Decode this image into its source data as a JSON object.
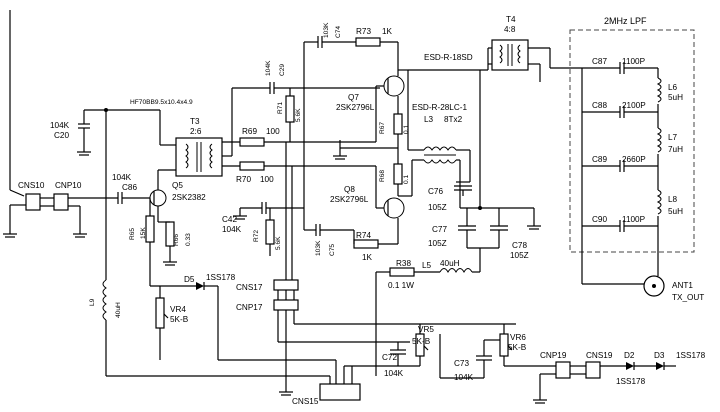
{
  "lpf": {
    "title": "2MHz LPF"
  },
  "parts": {
    "cns10": "CNS10",
    "cnp10": "CNP10",
    "c86_val": "104K",
    "c86": "C86",
    "q5": "Q5",
    "q5_type": "2SK2382",
    "t3": "T3",
    "t3_ratio": "2:6",
    "t3_core": "HF70BB9.5x10.4x4.9",
    "c20_val": "104K",
    "c20": "C20",
    "r65": "R65",
    "r65_val": "15K",
    "r66": "R66",
    "r66_val": "0.33",
    "l9": "L9",
    "l9_val": "40uH",
    "c29_val": "104K",
    "c29": "C29",
    "c74_val": "103K",
    "c74": "C74",
    "r73": "R73",
    "r73_val": "1K",
    "r71": "R71",
    "r71_val": "5.6K",
    "q7": "Q7",
    "q7_type": "2SK2796L",
    "r69": "R69",
    "r69_val": "100",
    "r70": "R70",
    "r70_val": "100",
    "r67": "R67",
    "r67_val": "0.1",
    "r68": "R68",
    "r68_val": "0.1",
    "q8": "Q8",
    "q8_type": "2SK2796L",
    "c42": "C42",
    "c42_val": "104K",
    "r72": "R72",
    "r72_val": "5.6K",
    "c75_val": "103K",
    "c75": "C75",
    "r74": "R74",
    "r74_val": "1K",
    "t4": "T4",
    "t4_ratio": "4:8",
    "t4_core": "ESD-R-18SD",
    "l3_core": "ESD-R-28LC-1",
    "l3": "L3",
    "l3_val": "8Tx2",
    "c76": "C76",
    "c76_val": "105Z",
    "c77": "C77",
    "c77_val": "105Z",
    "c78": "C78",
    "c78_val": "105Z",
    "r38": "R38",
    "r38_val": "0.1 1W",
    "l5": "L5",
    "l5_val": "40uH",
    "d5": "D5",
    "d5_type": "1SS178",
    "vr4": "VR4",
    "vr4_val": "5K-B",
    "cns17": "CNS17",
    "cnp17": "CNP17",
    "vr5": "VR5",
    "vr5_val": "5K-B",
    "vr6": "VR6",
    "vr6_val": "5K-B",
    "c72": "C72",
    "c72_val": "104K",
    "c73": "C73",
    "c73_val": "104K",
    "cns15": "CNS15",
    "cnp19": "CNP19",
    "cns19": "CNS19",
    "d2": "D2",
    "d3": "D3",
    "d23_type": "1SS178",
    "d2_type": "1SS178",
    "c87": "C87",
    "c87_val": "1100P",
    "c88": "C88",
    "c88_val": "2100P",
    "c89": "C89",
    "c89_val": "2660P",
    "c90": "C90",
    "c90_val": "1100P",
    "l6": "L6",
    "l6_val": "5uH",
    "l7": "L7",
    "l7_val": "7uH",
    "l8": "L8",
    "l8_val": "5uH",
    "ant1": "ANT1",
    "tx_out": "TX_OUT"
  }
}
